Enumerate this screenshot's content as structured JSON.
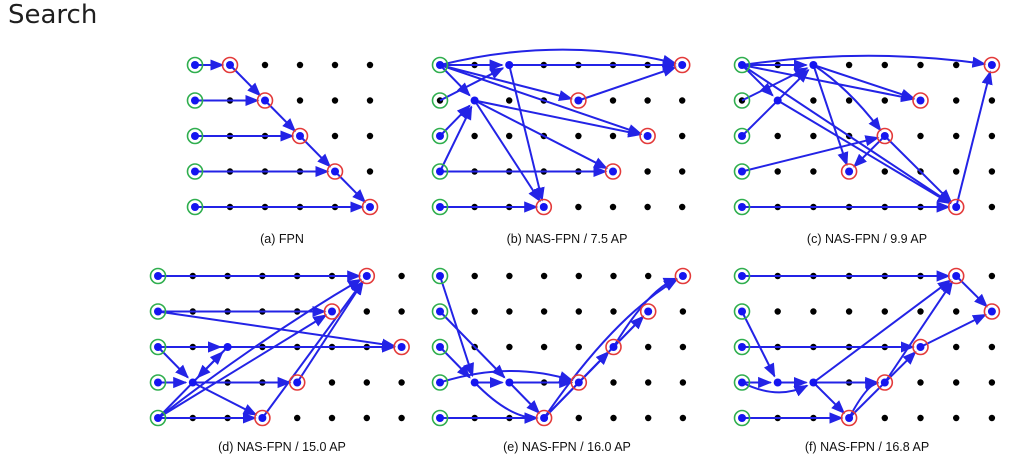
{
  "heading": "Search",
  "colors": {
    "edge": "#2323e6",
    "node": "#1515f0",
    "input_ring": "#2fae4e",
    "output_ring": "#e33a3a",
    "dot": "#000000"
  },
  "panels": [
    {
      "caption": "(a) FPN"
    },
    {
      "caption": "(b) NAS-FPN / 7.5 AP"
    },
    {
      "caption": "(c) NAS-FPN / 9.9 AP"
    },
    {
      "caption": "(d) NAS-FPN / 15.0 AP"
    },
    {
      "caption": "(e) NAS-FPN / 16.0 AP"
    },
    {
      "caption": "(f) NAS-FPN / 16.8 AP"
    }
  ]
}
